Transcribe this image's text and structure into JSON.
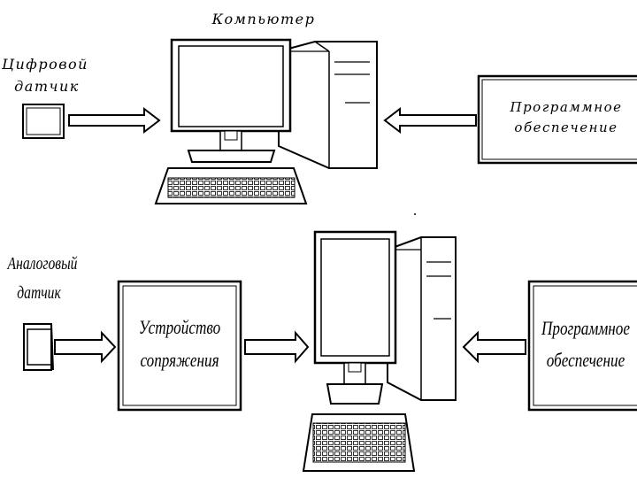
{
  "top": {
    "computer_label": "Компьютер",
    "sensor_label_line1": "Цифровой",
    "sensor_label_line2": "датчик",
    "software_line1": "Программное",
    "software_line2": "обеспечение"
  },
  "bottom": {
    "sensor_label_line1": "Аналоговый",
    "sensor_label_line2": "датчик",
    "interface_line1": "Устройство",
    "interface_line2": "сопряжения",
    "software_line1": "Программное",
    "software_line2": "обеспечение"
  }
}
